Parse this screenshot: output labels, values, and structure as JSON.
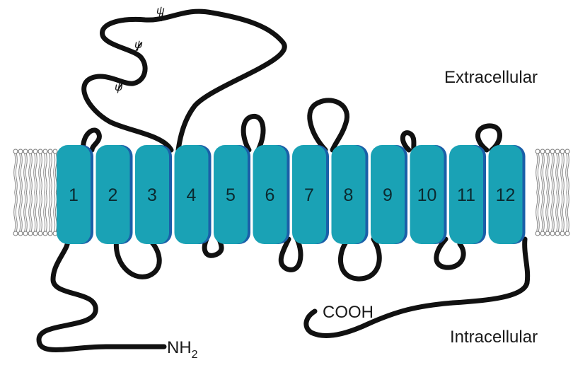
{
  "labels": {
    "extracellular": "Extracellular",
    "intracellular": "Intracellular",
    "cooh": "COOH",
    "nh": "NH",
    "nh_sub": "2",
    "glycosylation_symbol": "ψ"
  },
  "helices": [
    "1",
    "2",
    "3",
    "4",
    "5",
    "6",
    "7",
    "8",
    "9",
    "10",
    "11",
    "12"
  ],
  "colors": {
    "helix_fill": "#1aa2b5",
    "helix_shade": "#1a5fa8",
    "chain": "#111111",
    "lipid": "#8a8a8a",
    "text": "#1a1a1a"
  }
}
